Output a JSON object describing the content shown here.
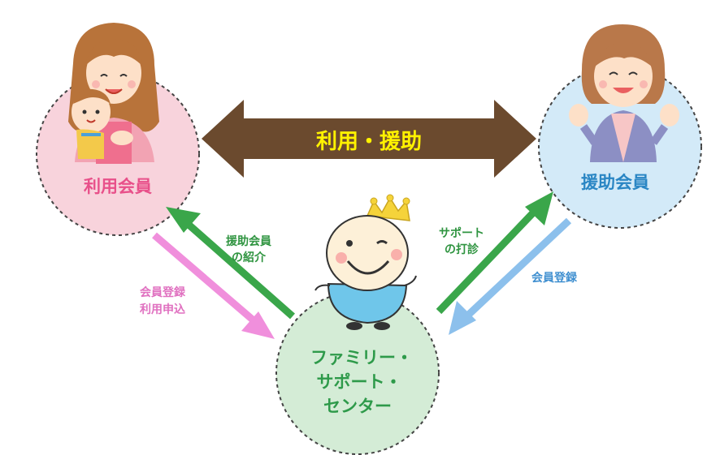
{
  "nodes": {
    "user_member": {
      "label": "利用会員",
      "fill": "#f8d3dc",
      "text_color": "#e8508a"
    },
    "support_member": {
      "label": "援助会員",
      "fill": "#d3eaf8",
      "text_color": "#2a86c4"
    },
    "center": {
      "label_lines": [
        "ファミリー・",
        "サポート・",
        "センター"
      ],
      "fill": "#d4ecd6",
      "text_color": "#2e9a4a"
    }
  },
  "relation": {
    "label": "利用・援助",
    "arrow_color": "#6b4a2e",
    "text_color": "#fff200"
  },
  "flows": {
    "register_apply": {
      "lines": [
        "会員登録",
        "利用申込"
      ],
      "color": "#f08fdc",
      "text_color": "#e070c0"
    },
    "introduce_helper": {
      "lines": [
        "援助会員",
        "の紹介"
      ],
      "color": "#3aa64a",
      "text_color": "#2f9440"
    },
    "support_request": {
      "lines": [
        "サポート",
        "の打診"
      ],
      "color": "#3aa64a",
      "text_color": "#2f9440"
    },
    "register": {
      "lines": [
        "会員登録"
      ],
      "color": "#8cc0ec",
      "text_color": "#3f8fd0"
    }
  },
  "icons": [
    "mother-with-baby-icon",
    "smiling-grandmother-icon",
    "crowned-smiley-mascot-icon"
  ]
}
